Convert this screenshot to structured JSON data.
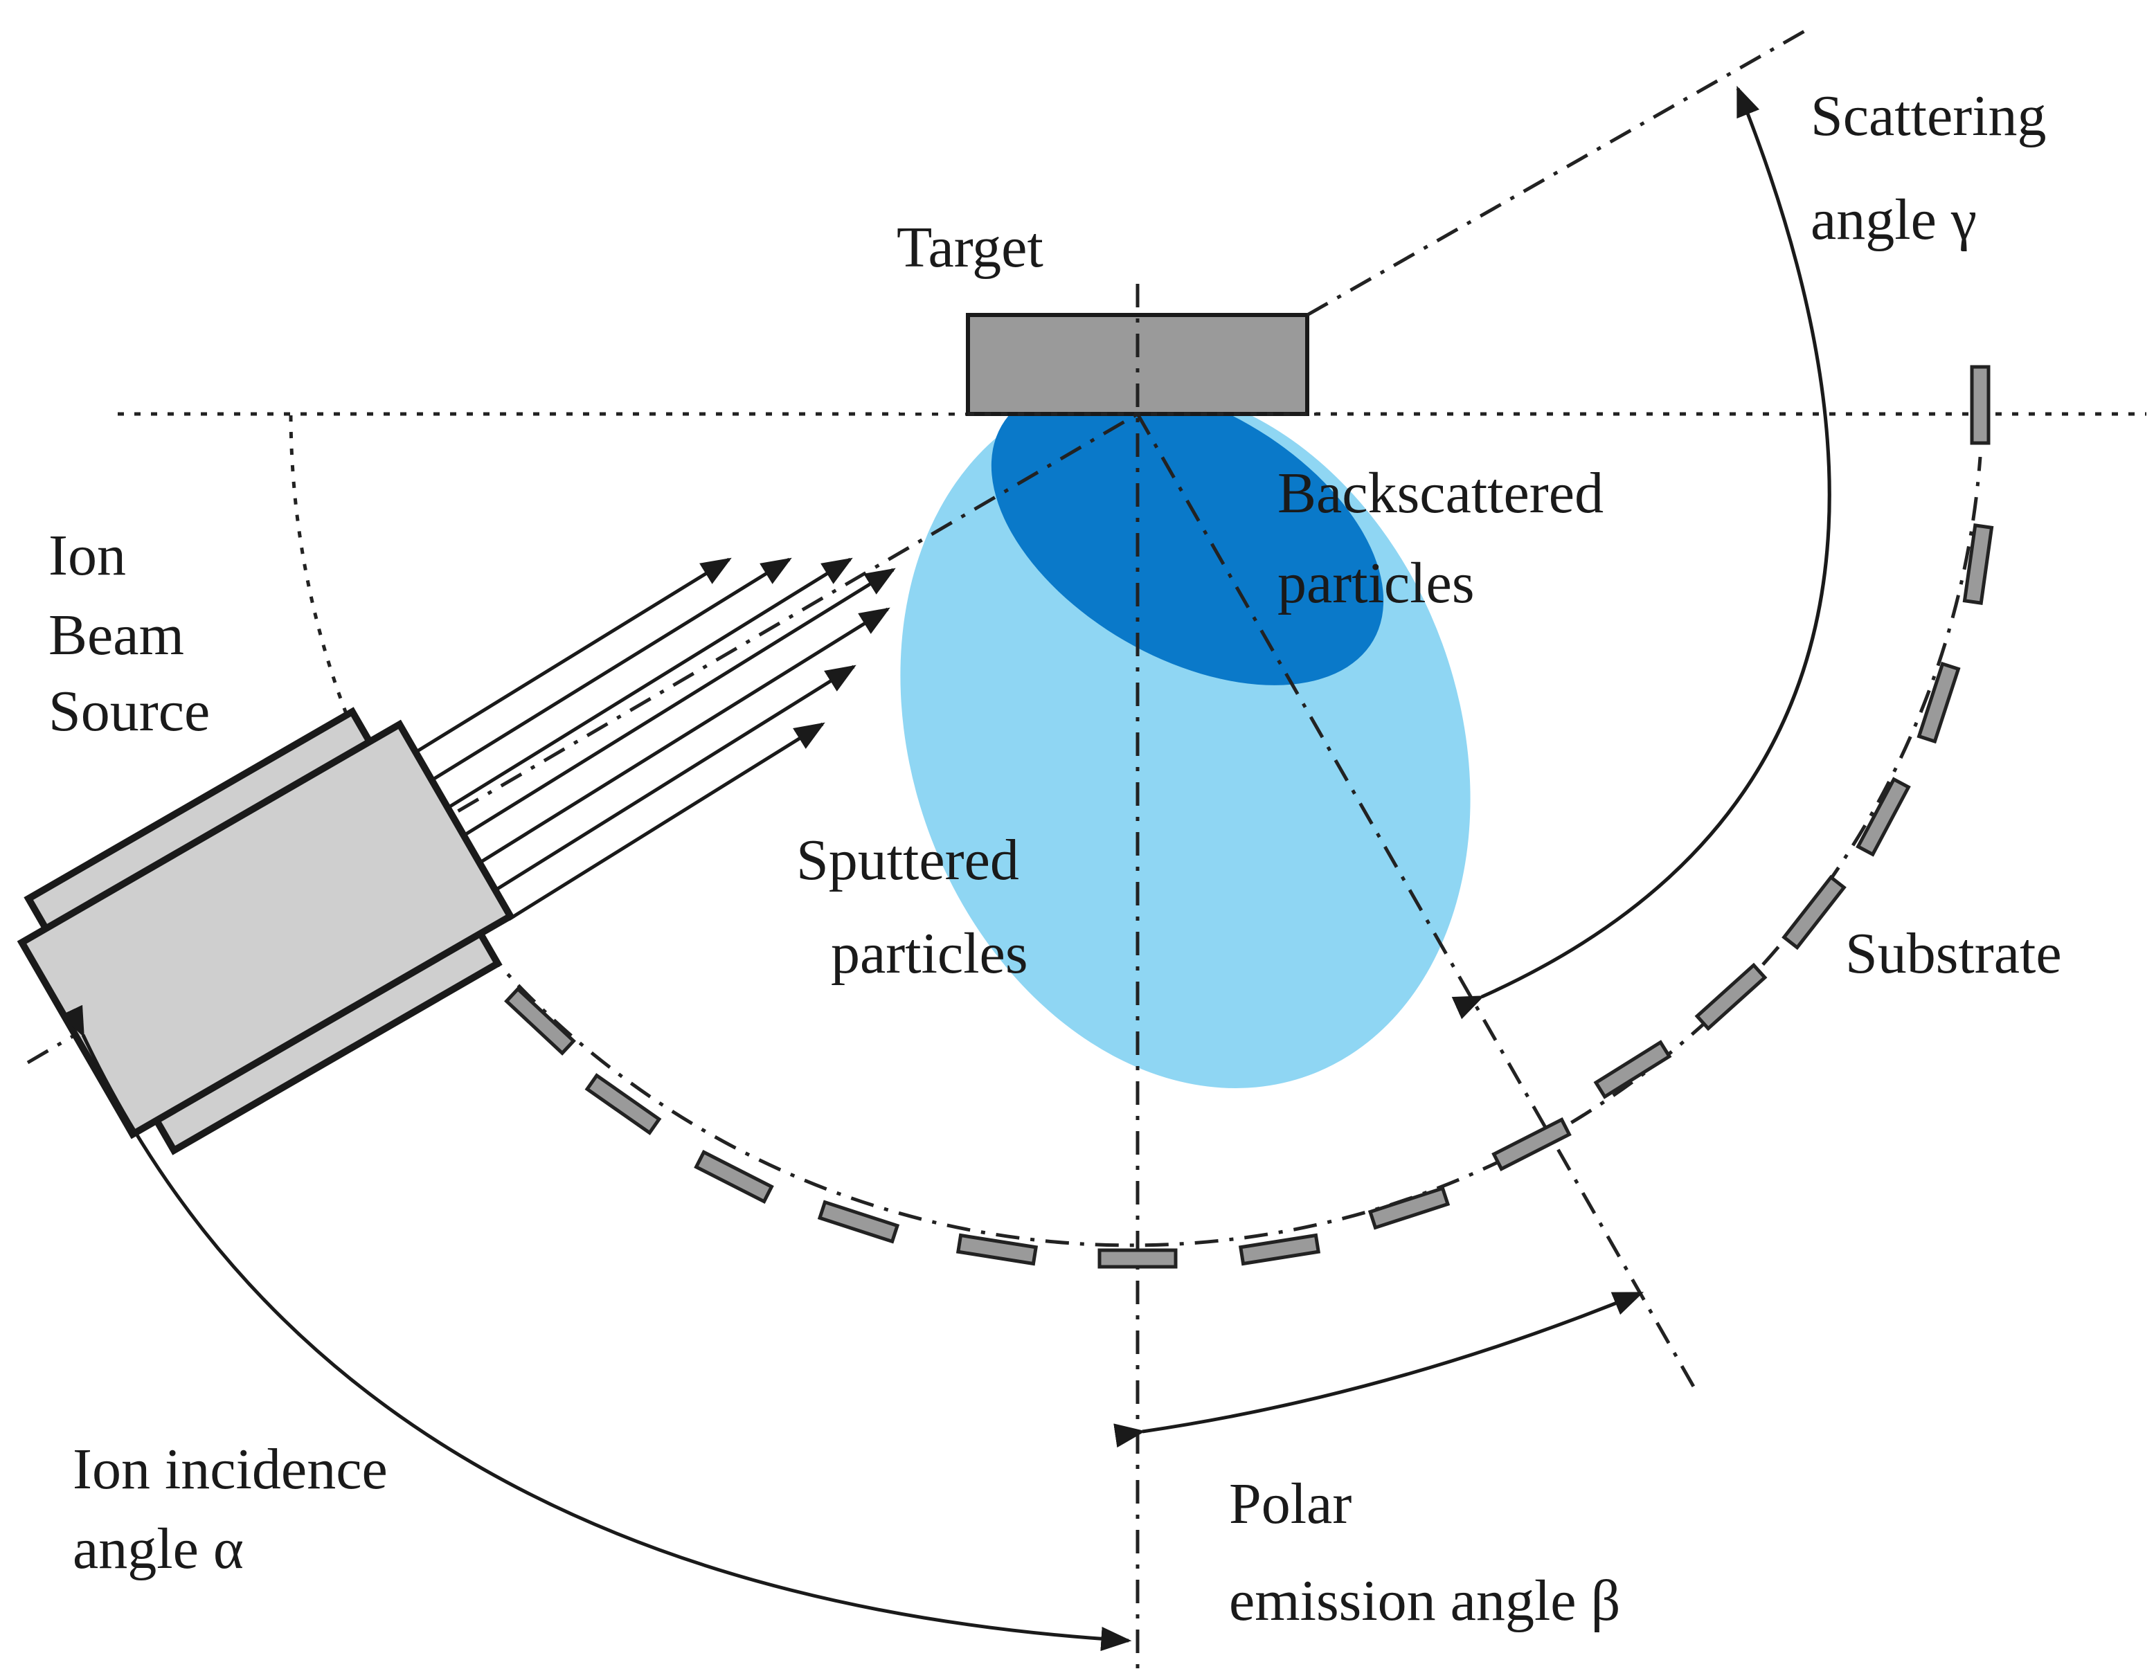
{
  "labels": {
    "target": "Target",
    "scattering_1": "Scattering",
    "scattering_2": "angle γ",
    "ion_1": "Ion",
    "ion_2": "Beam",
    "ion_3": "Source",
    "backscattered_1": "Backscattered",
    "backscattered_2": "particles",
    "sputtered_1": "Sputtered",
    "sputtered_2": "particles",
    "substrate": "Substrate",
    "incidence_1": "Ion incidence",
    "incidence_2": "angle α",
    "polar_1": "Polar",
    "polar_2": "emission angle β"
  },
  "colors": {
    "sputtered_fill": "#8fd6f3",
    "backscattered_fill": "#0a79c9",
    "target_fill": "#9a9a9a",
    "source_fill": "#cfcfcf",
    "line": "#1a1a1a"
  }
}
